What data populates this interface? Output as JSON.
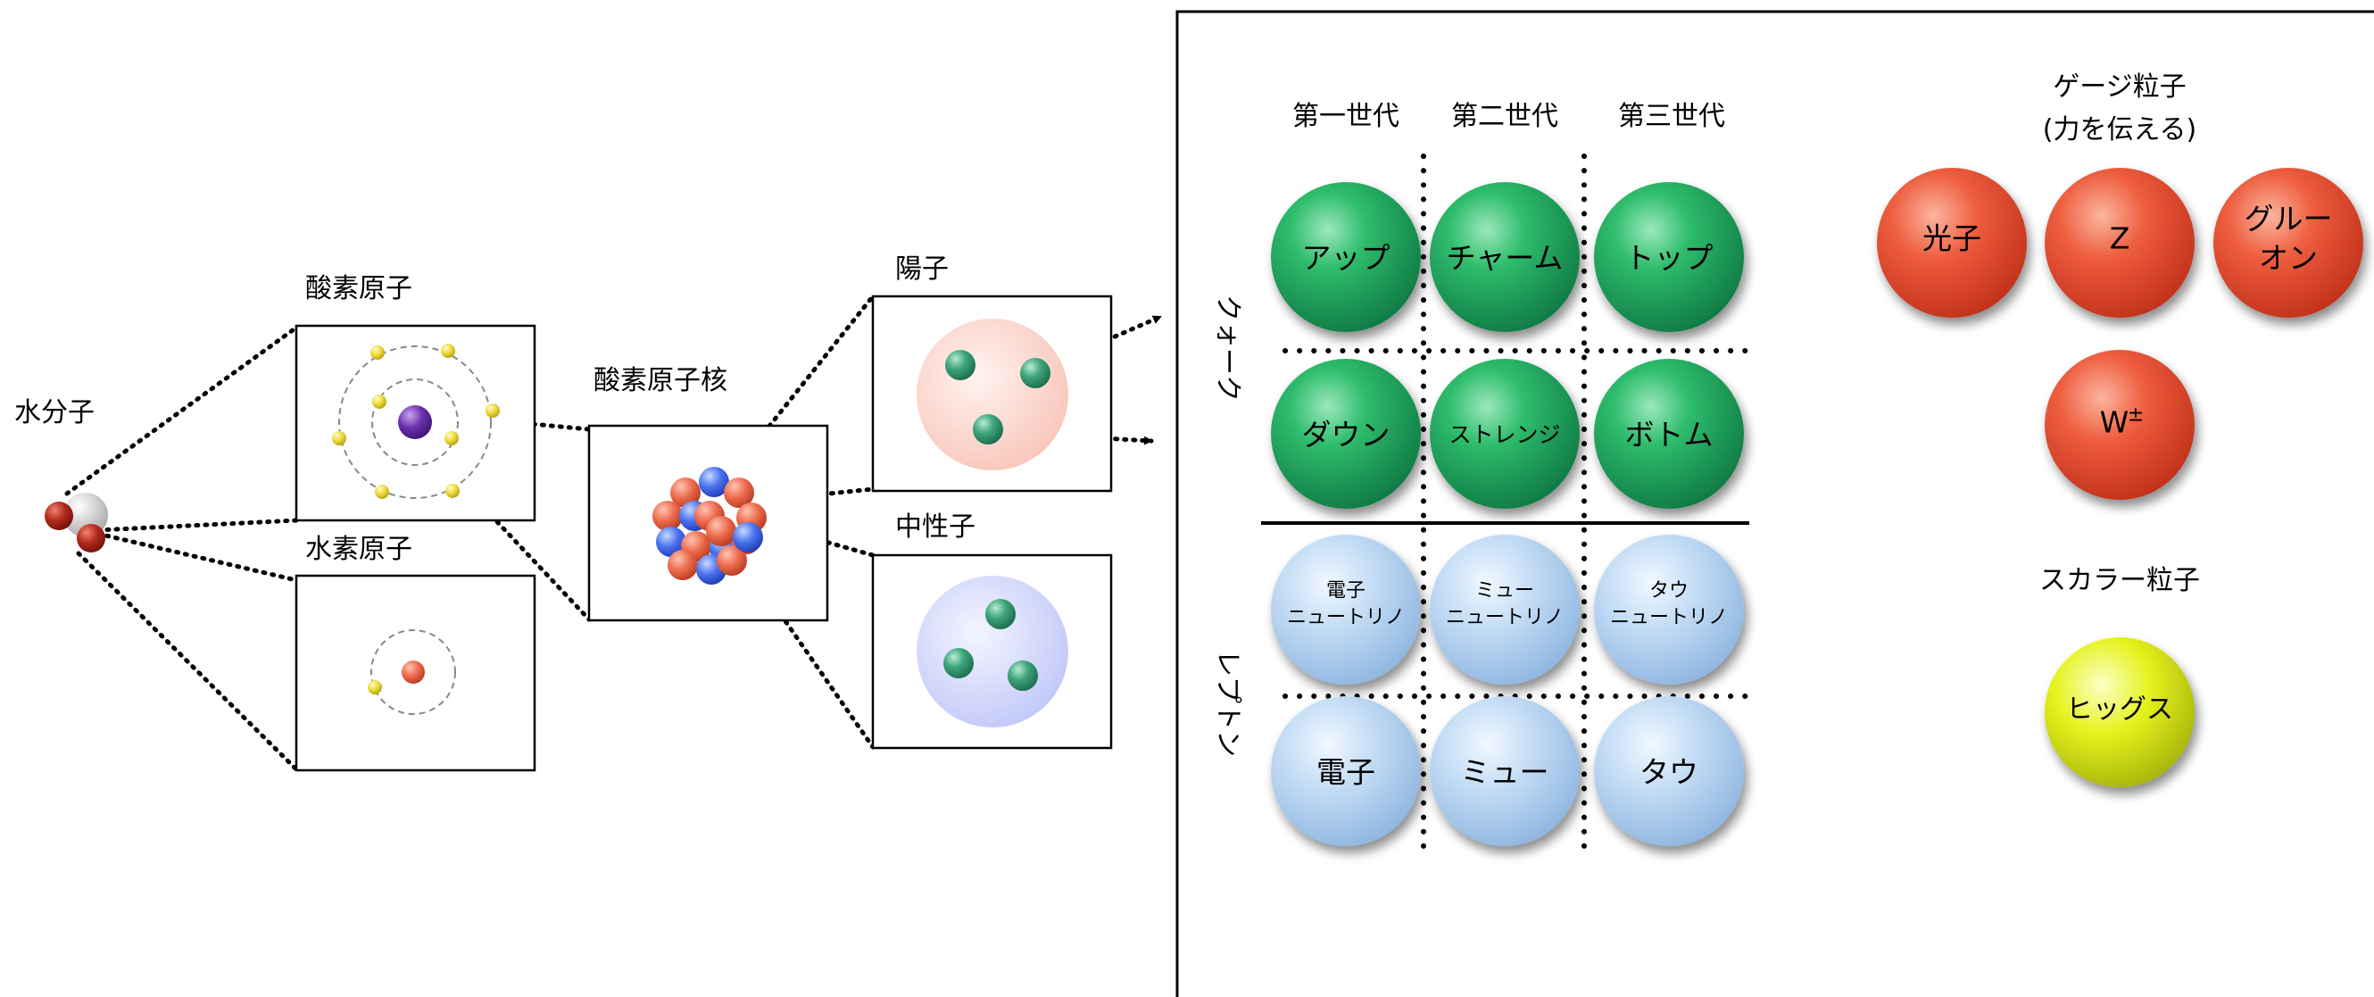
{
  "left": {
    "water_molecule": "水分子",
    "oxygen_atom": "酸素原子",
    "hydrogen_atom": "水素原子",
    "oxygen_nucleus": "酸素原子核",
    "proton": "陽子",
    "neutron": "中性子"
  },
  "right": {
    "generations": [
      "第一世代",
      "第二世代",
      "第三世代"
    ],
    "quark_label": "クォーク",
    "lepton_label": "レプトン",
    "quarks": [
      [
        "アップ",
        "チャーム",
        "トップ"
      ],
      [
        "ダウン",
        "ストレンジ",
        "ボトム"
      ]
    ],
    "leptons": [
      [
        [
          "電子",
          "ニュートリノ"
        ],
        [
          "ミュー",
          "ニュートリノ"
        ],
        [
          "タウ",
          "ニュートリノ"
        ]
      ],
      [
        "電子",
        "ミュー",
        "タウ"
      ]
    ],
    "gauge_title": [
      "ゲージ粒子",
      "(力を伝える)"
    ],
    "gauge": {
      "photon": "光子",
      "z": "Z",
      "gluon": [
        "グルー",
        "オン"
      ],
      "w_base": "W",
      "w_sup": "±"
    },
    "scalar_title": "スカラー粒子",
    "higgs": "ヒッグス"
  },
  "colors": {
    "quark": "#1fa85d",
    "lepton": "#b8d6f2",
    "gauge": "#e8543a",
    "higgs": "#e6ef1a",
    "proton_bg": "#fbd5cc",
    "neutron_bg": "#cfd4fb",
    "nucleon_ball": "#3f9f77",
    "electron": "#eedc3a",
    "nucleus_atom": "#6c2fb0"
  }
}
